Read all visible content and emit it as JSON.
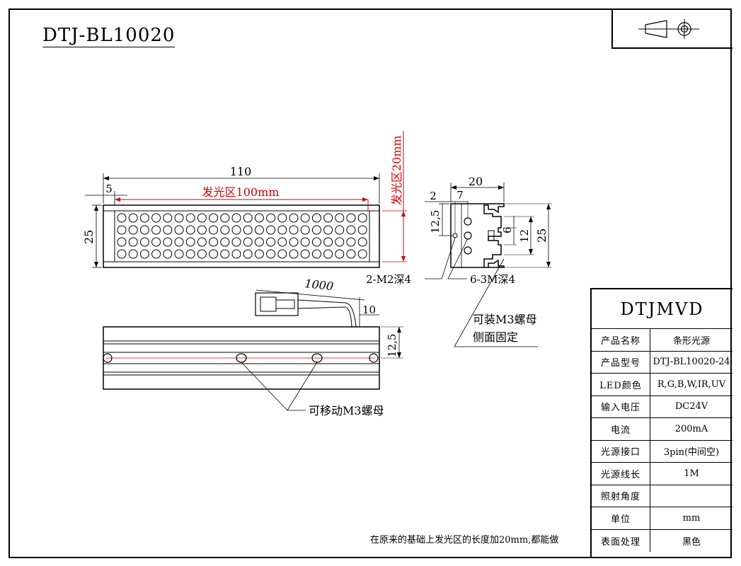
{
  "title": "DTJ-BL10020",
  "projection_symbol": "first-angle-projection-icon",
  "front_view": {
    "dim_total_width": "110",
    "dim_offset": "5",
    "dim_emitting_width": "发光区100mm",
    "dim_emitting_height": "发光区20mm",
    "dim_height": "25"
  },
  "side_view": {
    "dim_width": "20",
    "dim_2": "2",
    "dim_7": "7",
    "dim_12_5": "12,5",
    "dim_6": "6",
    "dim_12": "12",
    "dim_25": "25",
    "label_m2": "2-M2深4",
    "label_m3": "6-3M深4",
    "label_nut_side_1": "可装M3螺母",
    "label_nut_side_2": "侧面固定"
  },
  "bottom_view": {
    "dim_cable": "1000",
    "dim_10": "10",
    "dim_12_5": "12,5",
    "label_movable_nut": "可移动M3螺母"
  },
  "spec_table": {
    "brand": "DTJMVD",
    "rows": [
      {
        "key": "产品名称",
        "value": "条形光源"
      },
      {
        "key": "产品型号",
        "value": "DTJ-BL10020-24"
      },
      {
        "key": "LED颜色",
        "value": "R,G,B,W,IR,UV"
      },
      {
        "key": "输入电压",
        "value": "DC24V"
      },
      {
        "key": "电流",
        "value": "200mA"
      },
      {
        "key": "光源接口",
        "value": "3pin(中间空)"
      },
      {
        "key": "光源线长",
        "value": "1M"
      },
      {
        "key": "照射角度",
        "value": ""
      },
      {
        "key": "单位",
        "value": "mm"
      },
      {
        "key": "表面处理",
        "value": "黑色"
      }
    ]
  },
  "note": "在原来的基础上发光区的长度加20mm,都能做",
  "colors": {
    "line": "#000000",
    "dimension_red": "#d40000"
  }
}
